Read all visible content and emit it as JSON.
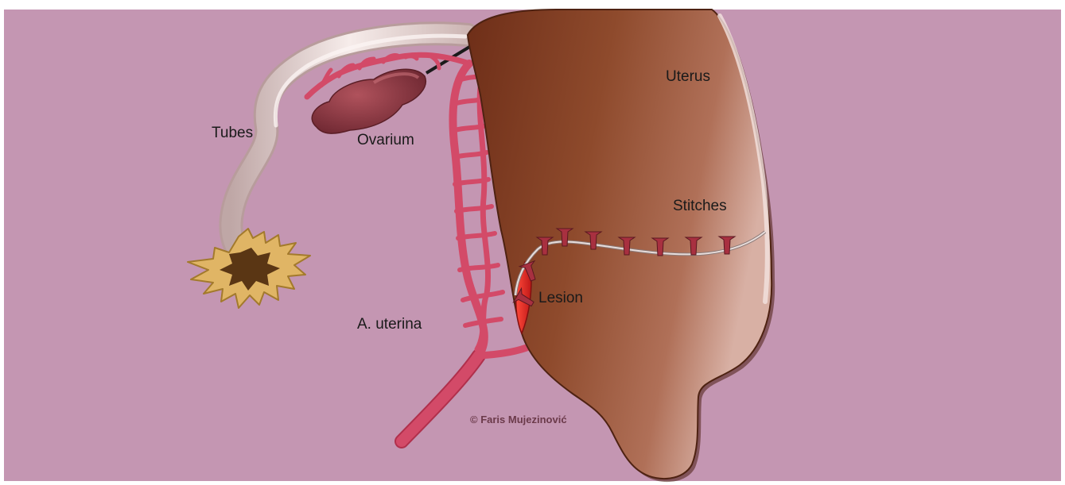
{
  "labels": {
    "uterus": "Uterus",
    "tubes": "Tubes",
    "ovarium": "Ovarium",
    "stitches": "Stitches",
    "lesion": "Lesion",
    "artery": "A. uterina"
  },
  "credit": "© Faris Mujezinović",
  "colors": {
    "background": "#c496b2",
    "uterus": "#8a4226",
    "artery": "#d34a68",
    "tube": "#e6d4d0",
    "fimbriae": "#e0b565",
    "ovary": "#8c3a44",
    "stitch": "#a83040",
    "lesion": "#e02828"
  }
}
